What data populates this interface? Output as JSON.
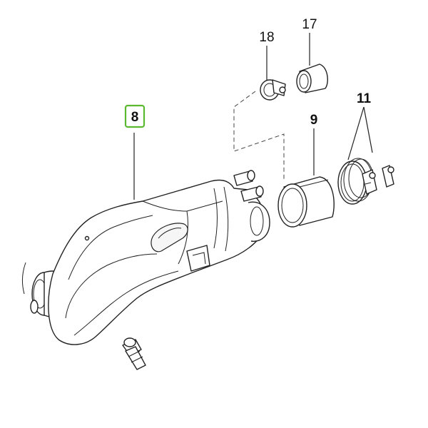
{
  "callouts": {
    "p8": "8",
    "p9": "9",
    "p11": "11",
    "p17": "17",
    "p18": "18"
  },
  "highlight_color": "#5cb82f"
}
